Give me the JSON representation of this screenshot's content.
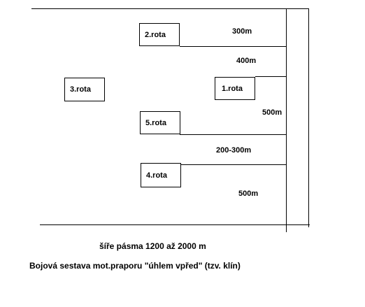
{
  "units": {
    "rota_2": "2.rota",
    "rota_3": "3.rota",
    "rota_1": "1.rota",
    "rota_5": "5.rota",
    "rota_4": "4.rota"
  },
  "distances": {
    "d1": "300m",
    "d2": "400m",
    "d3": "500m",
    "d4": "200-300m",
    "d5": "500m"
  },
  "captions": {
    "width": "šíře pásma 1200 až 2000 m",
    "title": "Bojová sestava mot.praporu \"úhlem vpřed\" (tzv. klín)"
  }
}
